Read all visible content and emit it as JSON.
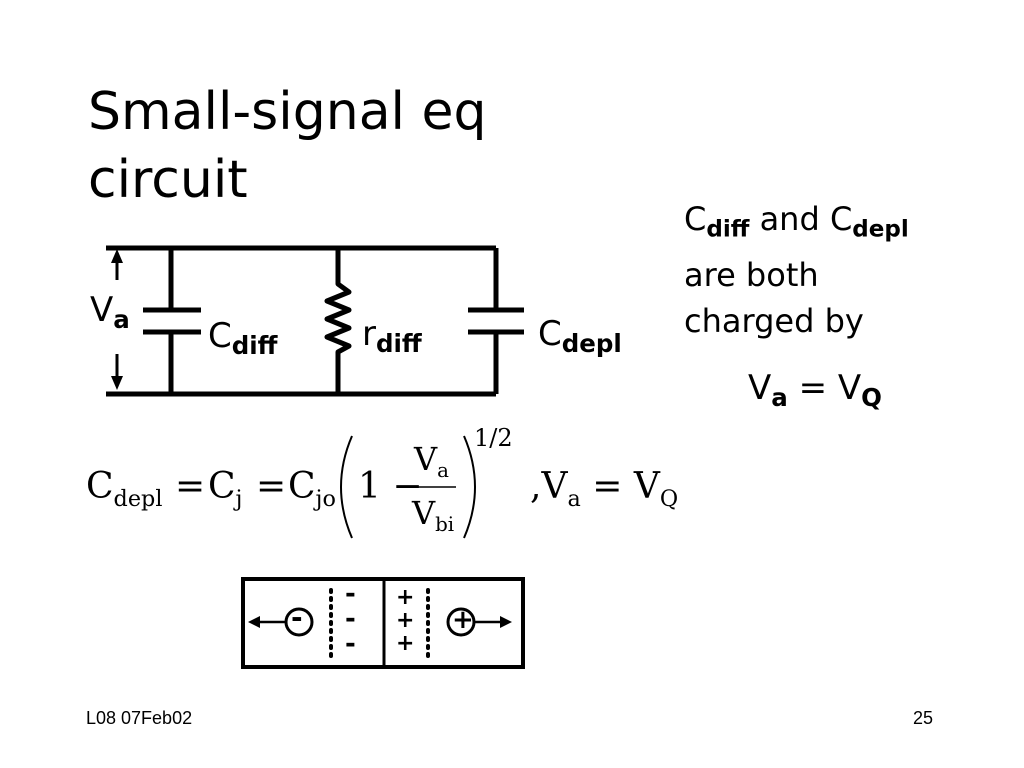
{
  "slide": {
    "title_line1": "Small-signal eq",
    "title_line2": "circuit",
    "footer_left": "L08 07Feb02",
    "page_number": "25"
  },
  "circuit": {
    "va_label": "V",
    "va_sub": "a",
    "cdiff_label": "C",
    "cdiff_sub": "diff",
    "rdiff_label": "r",
    "rdiff_sub": "diff",
    "cdepl_label": "C",
    "cdepl_sub": "depl"
  },
  "note": {
    "c1": "C",
    "c1_sub": "diff",
    "and": " and ",
    "c2": "C",
    "c2_sub": "depl",
    "line2": "are both",
    "line3": "charged by",
    "vq_v": "V",
    "vq_a": "a",
    "vq_eq": " = V",
    "vq_q": "Q"
  },
  "equation": {
    "c_depl": "C",
    "c_depl_sub": "depl",
    "eq1": "=",
    "c_j": "C",
    "c_j_sub": "j",
    "eq2": "=",
    "c_jo": "C",
    "c_jo_sub": "jo",
    "one_minus": "1 −",
    "num_v": "V",
    "num_sub": "a",
    "den_v": "V",
    "den_sub": "bi",
    "exponent": "1/2",
    "tail_comma": ",",
    "tail_v": "V",
    "tail_sub": "a",
    "tail_eq": "=",
    "tail_vq": "V",
    "tail_vq_sub": "Q"
  },
  "junction": {
    "minus_sign": "-",
    "plus_sign": "+",
    "minus_marks": [
      "-",
      "-",
      "-"
    ],
    "plus_marks": [
      "+",
      "+",
      "+"
    ]
  }
}
